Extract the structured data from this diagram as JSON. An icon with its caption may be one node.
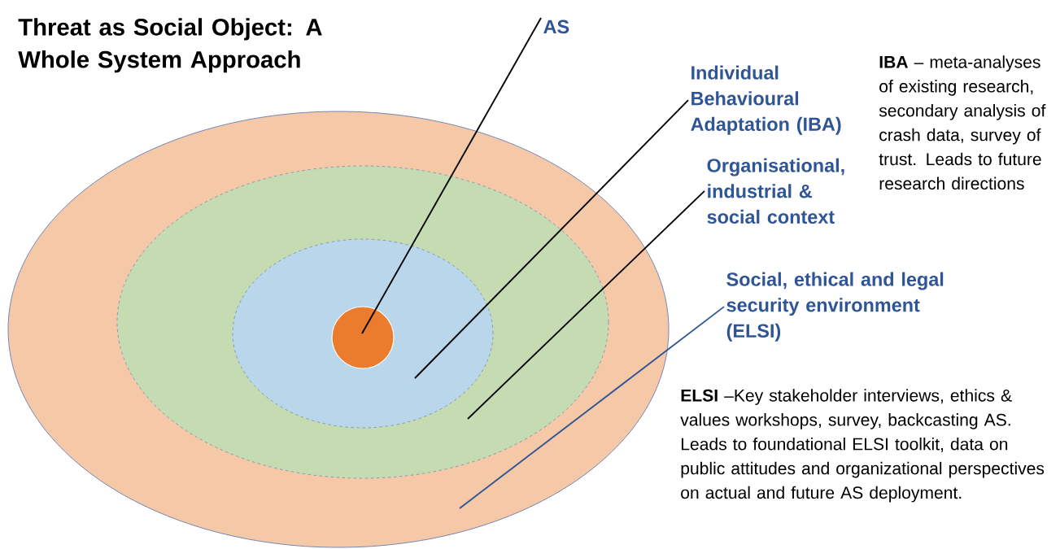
{
  "diagram": {
    "title": "Threat as Social Object: A Whole System Approach",
    "nodes": [
      {
        "text": [],
        "shape": "ellipse"
      },
      {
        "text": [],
        "shape": "ellipse",
        "in": 0
      },
      {
        "text": [],
        "shape": "ellipse",
        "in": 1
      },
      {
        "text": [],
        "shape": "circle",
        "in": 2
      },
      {
        "text": [
          "AS"
        ]
      },
      {
        "text": [
          "Individual Behavioural Adaptation (IBA)"
        ]
      },
      {
        "text": [
          "Organisational, industrial & social context"
        ]
      },
      {
        "text": [
          "Social, ethical and legal security environment (ELSI)"
        ]
      }
    ],
    "edges": [
      {
        "from": 4,
        "to": 3,
        "arrow": "none"
      },
      {
        "from": 5,
        "to": 2,
        "arrow": "none"
      },
      {
        "from": 6,
        "to": 1,
        "arrow": "none"
      },
      {
        "from": 7,
        "to": 0,
        "arrow": "none",
        "color": "#2f5597"
      }
    ],
    "labels": [
      "**IBA** – meta-analyses of existing research, secondary analysis of crash data, survey of trust. Leads to future research directions",
      "**ELSI** –Key stakeholder interviews, ethics & values workshops, survey, backcasting AS. Leads to foundational ELSI toolkit, data on public attitudes and organizational perspectives on actual and future AS deployment."
    ]
  }
}
